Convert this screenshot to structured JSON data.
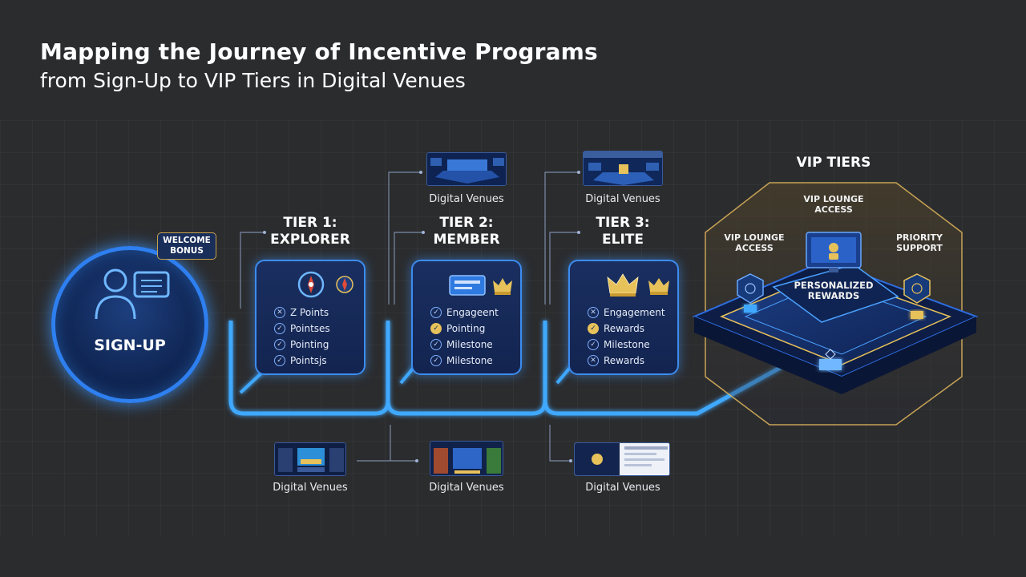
{
  "header": {
    "title": "Mapping the Journey of Incentive Programs",
    "subtitle": "from Sign-Up to VIP Tiers in Digital Venues"
  },
  "signup": {
    "label": "SIGN-UP",
    "badge": "WELCOME BONUS"
  },
  "tiers": [
    {
      "title_line1": "TIER 1:",
      "title_line2": "EXPLORER",
      "items": [
        {
          "icon": "x-circle-icon",
          "label": "Z Points"
        },
        {
          "icon": "check-circle-icon",
          "label": "Pointses"
        },
        {
          "icon": "check-circle-icon",
          "label": "Pointing"
        },
        {
          "icon": "check-circle-icon",
          "label": "Pointsjs"
        }
      ]
    },
    {
      "title_line1": "TIER 2:",
      "title_line2": "MEMBER",
      "items": [
        {
          "icon": "check-circle-icon",
          "label": "Engageent"
        },
        {
          "icon": "gold-check-circle-icon",
          "label": "Pointing"
        },
        {
          "icon": "check-circle-icon",
          "label": "Milestone"
        },
        {
          "icon": "check-circle-icon",
          "label": "Milestone"
        }
      ]
    },
    {
      "title_line1": "TIER 3:",
      "title_line2": "ELITE",
      "items": [
        {
          "icon": "x-circle-icon",
          "label": "Engagement"
        },
        {
          "icon": "gold-check-circle-icon",
          "label": "Rewards"
        },
        {
          "icon": "check-circle-icon",
          "label": "Milestone"
        },
        {
          "icon": "x-circle-icon",
          "label": "Rewards"
        }
      ]
    }
  ],
  "venues": {
    "top": [
      "Digital Venues",
      "Digital Venues"
    ],
    "bottom": [
      "Digital Venues",
      "Digital Venues",
      "Digital Venues"
    ]
  },
  "vip": {
    "title": "VIP TIERS",
    "lounge_top": "VIP LOUNGE ACCESS",
    "lounge_left": "VIP LOUNGE ACCESS",
    "priority": "PRIORITY SUPPORT",
    "personalized": "PERSONALIZED REWARDS"
  },
  "colors": {
    "background": "#2b2c2e",
    "flow_blue": "#3fa9ff",
    "card_border": "#3c8cf0",
    "gold": "#e7c15a"
  }
}
